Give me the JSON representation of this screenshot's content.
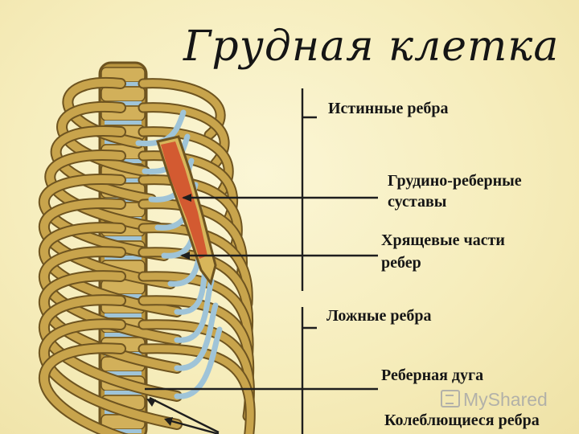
{
  "title": "Грудная клетка",
  "labels": {
    "true_ribs": "Истинные ребра",
    "sternocostal_joints_1": "Грудино-реберные",
    "sternocostal_joints_2": "суставы",
    "cartilage_1": "Хрящевые части",
    "cartilage_2": "ребер",
    "false_ribs": "Ложные ребра",
    "costal_arch": "Реберная дуга",
    "floating_ribs": "Колеблющиеся ребра"
  },
  "watermark": "MyShared",
  "colors": {
    "bone": "#c8a44c",
    "bone_dark": "#6e5420",
    "cartilage": "#9fc4d8",
    "sternum_red": "#d24a2a",
    "line": "#1e1e1e"
  }
}
